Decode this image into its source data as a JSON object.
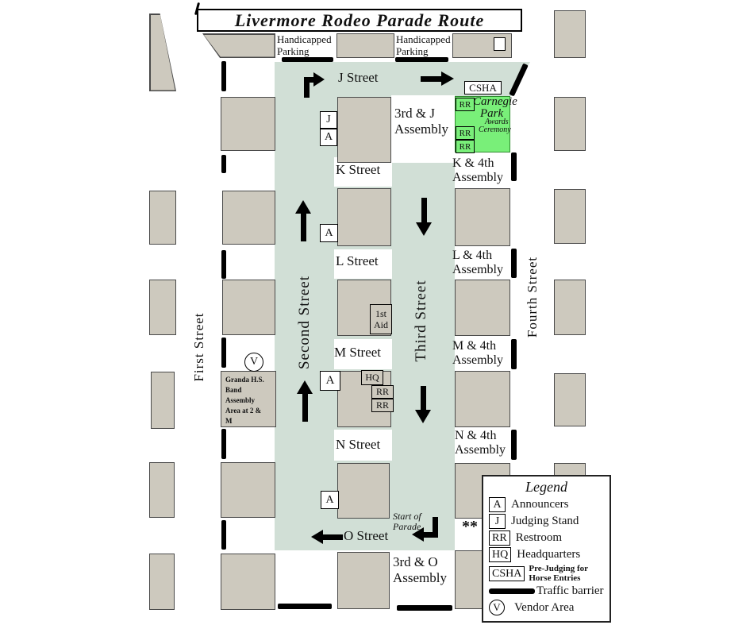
{
  "title": "Livermore Rodeo Parade Route",
  "parking_label": "Handicapped Parking",
  "streets": {
    "first": "First Street",
    "second": "Second Street",
    "third": "Third Street",
    "fourth": "Fourth Street",
    "j": "J Street",
    "k": "K Street",
    "l": "L Street",
    "m": "M Street",
    "n": "N Street",
    "o": "O Street"
  },
  "assembly": {
    "j3": {
      "line1": "3rd & J",
      "line2": "Assembly"
    },
    "k4": {
      "line1": "K & 4th",
      "line2": "Assembly"
    },
    "l4": {
      "line1": "L & 4th",
      "line2": "Assembly"
    },
    "m4": {
      "line1": "M & 4th",
      "line2": "Assembly"
    },
    "n4": {
      "line1": "N & 4th",
      "line2": "Assembly"
    },
    "o3": {
      "line1": "3rd & O",
      "line2": "Assembly"
    }
  },
  "park": {
    "name_line1": "Carnegie",
    "name_line2": "Park",
    "award_line1": "Awards",
    "award_line2": "Ceremony"
  },
  "symbols": {
    "announcer": "A",
    "judging": "J",
    "restroom": "RR",
    "headquarters": "HQ",
    "csha": "CSHA",
    "vendor": "V",
    "first_aid_line1": "1st",
    "first_aid_line2": "Aid"
  },
  "band_note": {
    "line1": "Granda H.S.",
    "line2": "Band",
    "line3": "Assembly",
    "line4": "Area at 2 &",
    "line5": "M"
  },
  "start_note": {
    "line1": "Start of",
    "line2": "Parade"
  },
  "stars": "**",
  "legend": {
    "title": "Legend",
    "items": [
      {
        "symbol": "A",
        "label": "Announcers"
      },
      {
        "symbol": "J",
        "label": "Judging Stand"
      },
      {
        "symbol": "RR",
        "label": "Restroom"
      },
      {
        "symbol": "HQ",
        "label": "Headquarters"
      },
      {
        "symbol": "CSHA",
        "label": "Pre-Judging for Horse Entries"
      },
      {
        "label": "Traffic barrier"
      },
      {
        "symbol": "V",
        "label": "Vendor Area"
      }
    ]
  },
  "colors": {
    "block": "#cdc9be",
    "route": "#d1dfd6",
    "park": "#79ef79"
  }
}
